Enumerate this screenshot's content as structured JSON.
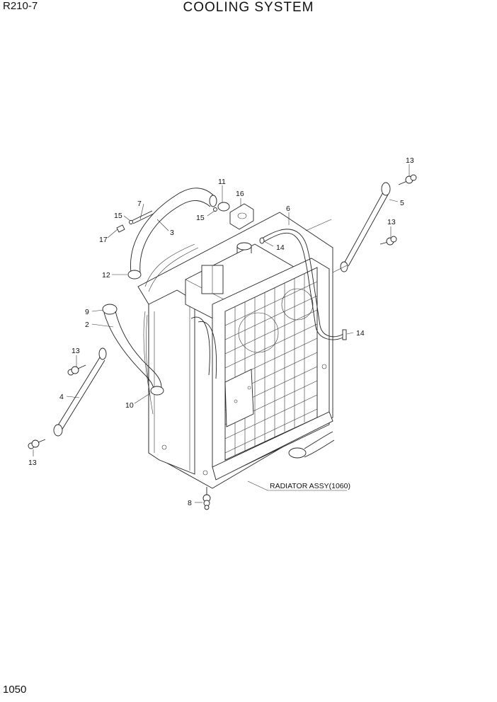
{
  "header": {
    "model": "R210-7",
    "title": "COOLING SYSTEM"
  },
  "footer": {
    "page_number": "1050"
  },
  "callouts": {
    "c13_top": "13",
    "c5": "5",
    "c13_mid": "13",
    "c11": "11",
    "c16": "16",
    "c6": "6",
    "c7": "7",
    "c15_left": "15",
    "c15_mid": "15",
    "c3": "3",
    "c17": "17",
    "c14_top": "14",
    "c12": "12",
    "c9": "9",
    "c2": "2",
    "c14_right": "14",
    "c13_left": "13",
    "c4": "4",
    "c10": "10",
    "c13_bottom": "13",
    "c8": "8"
  },
  "reference_label": "RADIATOR ASSY(1060)",
  "colors": {
    "line": "#222222",
    "background": "#ffffff"
  }
}
